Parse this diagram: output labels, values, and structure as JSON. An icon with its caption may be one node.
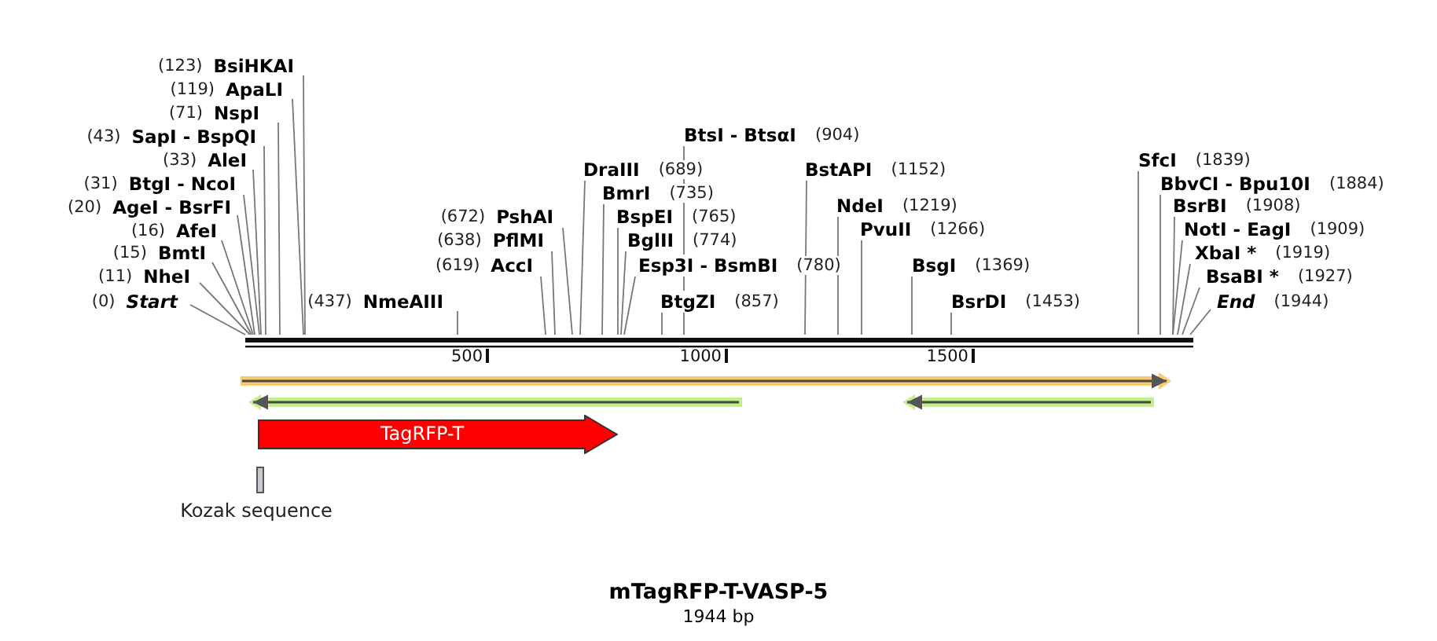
{
  "diagram": {
    "title": "mTagRFP-T-VASP-5",
    "caption": "1944 bp",
    "nodes": [
      {
        "text": [
          "(123)",
          "BsiHKAI"
        ]
      },
      {
        "text": [
          "(119)",
          "ApaLI"
        ]
      },
      {
        "text": [
          "(71)",
          "NspI"
        ]
      },
      {
        "text": [
          "(43)",
          "SapI - BspQI"
        ]
      },
      {
        "text": [
          "(33)",
          "AleI"
        ]
      },
      {
        "text": [
          "(31)",
          "BtgI - NcoI"
        ]
      },
      {
        "text": [
          "(20)",
          "AgeI - BsrFI"
        ]
      },
      {
        "text": [
          "(16)",
          "AfeI"
        ]
      },
      {
        "text": [
          "(15)",
          "BmtI"
        ]
      },
      {
        "text": [
          "(11)",
          "NheI"
        ]
      },
      {
        "text": [
          "(0)",
          "Start"
        ]
      },
      {
        "text": [
          "(437)",
          "NmeAIII"
        ]
      },
      {
        "text": [
          "(672)",
          "PshAI"
        ]
      },
      {
        "text": [
          "(638)",
          "PflMI"
        ]
      },
      {
        "text": [
          "(619)",
          "AccI"
        ]
      },
      {
        "text": [
          "BtsI - BtsαI",
          "(904)"
        ]
      },
      {
        "text": [
          "DraIII",
          "(689)"
        ]
      },
      {
        "text": [
          "BmrI",
          "(735)"
        ]
      },
      {
        "text": [
          "BspEI",
          "(765)"
        ]
      },
      {
        "text": [
          "BglII",
          "(774)"
        ]
      },
      {
        "text": [
          "Esp3I - BsmBI",
          "(780)"
        ]
      },
      {
        "text": [
          "BtgZI",
          "(857)"
        ]
      },
      {
        "text": [
          "BstAPI",
          "(1152)"
        ]
      },
      {
        "text": [
          "NdeI",
          "(1219)"
        ]
      },
      {
        "text": [
          "PvuII",
          "(1266)"
        ]
      },
      {
        "text": [
          "BsgI",
          "(1369)"
        ]
      },
      {
        "text": [
          "BsrDI",
          "(1453)"
        ]
      },
      {
        "text": [
          "SfcI",
          "(1839)"
        ]
      },
      {
        "text": [
          "BbvCI - Bpu10I",
          "(1884)"
        ]
      },
      {
        "text": [
          "BsrBI",
          "(1908)"
        ]
      },
      {
        "text": [
          "NotI - EagI",
          "(1909)"
        ]
      },
      {
        "text": [
          "XbaI *",
          "(1919)"
        ]
      },
      {
        "text": [
          "BsaBI *",
          "(1927)"
        ]
      },
      {
        "text": [
          "End",
          "(1944)"
        ]
      },
      {
        "text": [],
        "shape": "bar"
      },
      {
        "text": [],
        "shape": "arrow"
      },
      {
        "text": [],
        "shape": "arrow"
      },
      {
        "text": [],
        "shape": "arrow"
      },
      {
        "text": [
          "TagRFP-T"
        ]
      },
      {
        "text": [
          "Kozak sequence"
        ]
      }
    ],
    "edges": [
      {
        "from": 0,
        "to": 34,
        "arrow": "none"
      },
      {
        "from": 1,
        "to": 34,
        "arrow": "none"
      },
      {
        "from": 2,
        "to": 34,
        "arrow": "none"
      },
      {
        "from": 3,
        "to": 34,
        "arrow": "none"
      },
      {
        "from": 4,
        "to": 34,
        "arrow": "none"
      },
      {
        "from": 5,
        "to": 34,
        "arrow": "none"
      },
      {
        "from": 6,
        "to": 34,
        "arrow": "none"
      },
      {
        "from": 7,
        "to": 34,
        "arrow": "none"
      },
      {
        "from": 8,
        "to": 34,
        "arrow": "none"
      },
      {
        "from": 9,
        "to": 34,
        "arrow": "none"
      },
      {
        "from": 10,
        "to": 34,
        "arrow": "none"
      },
      {
        "from": 11,
        "to": 34,
        "arrow": "none"
      },
      {
        "from": 12,
        "to": 34,
        "arrow": "none"
      },
      {
        "from": 13,
        "to": 34,
        "arrow": "none"
      },
      {
        "from": 14,
        "to": 34,
        "arrow": "none"
      },
      {
        "from": 15,
        "to": 34,
        "arrow": "none"
      },
      {
        "from": 16,
        "to": 34,
        "arrow": "none"
      },
      {
        "from": 17,
        "to": 34,
        "arrow": "none"
      },
      {
        "from": 18,
        "to": 34,
        "arrow": "none"
      },
      {
        "from": 19,
        "to": 34,
        "arrow": "none"
      },
      {
        "from": 20,
        "to": 34,
        "arrow": "none"
      },
      {
        "from": 21,
        "to": 34,
        "arrow": "none"
      },
      {
        "from": 22,
        "to": 34,
        "arrow": "none"
      },
      {
        "from": 23,
        "to": 34,
        "arrow": "none"
      },
      {
        "from": 24,
        "to": 34,
        "arrow": "none"
      },
      {
        "from": 25,
        "to": 34,
        "arrow": "none"
      },
      {
        "from": 26,
        "to": 34,
        "arrow": "none"
      },
      {
        "from": 27,
        "to": 34,
        "arrow": "none"
      },
      {
        "from": 28,
        "to": 34,
        "arrow": "none"
      },
      {
        "from": 29,
        "to": 34,
        "arrow": "none"
      },
      {
        "from": 30,
        "to": 34,
        "arrow": "none"
      },
      {
        "from": 31,
        "to": 34,
        "arrow": "none"
      },
      {
        "from": 32,
        "to": 34,
        "arrow": "none"
      },
      {
        "from": 33,
        "to": 34,
        "arrow": "none"
      }
    ],
    "labels": [
      "500",
      "1000",
      "1500"
    ]
  }
}
